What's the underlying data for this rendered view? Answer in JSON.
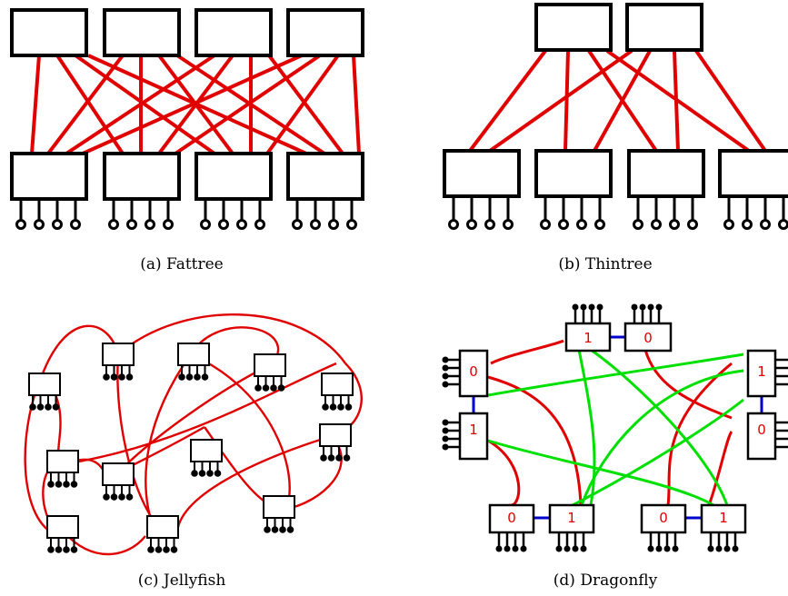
{
  "captions": {
    "a": "(a) Fattree",
    "b": "(b) Thintree",
    "c": "(c) Jellyfish",
    "d": "(d) Dragonfly"
  },
  "dragonfly_labels": {
    "top_left": "1",
    "top_right": "0",
    "left_top": "0",
    "left_bottom": "1",
    "right_top": "1",
    "right_bottom": "0",
    "bottom_left_a": "0",
    "bottom_left_b": "1",
    "bottom_right_a": "0",
    "bottom_right_b": "1"
  },
  "colors": {
    "global_link": "#e00000",
    "local_link": "#0000cc",
    "dragonfly_global": "#00e000",
    "box": "#000000"
  }
}
